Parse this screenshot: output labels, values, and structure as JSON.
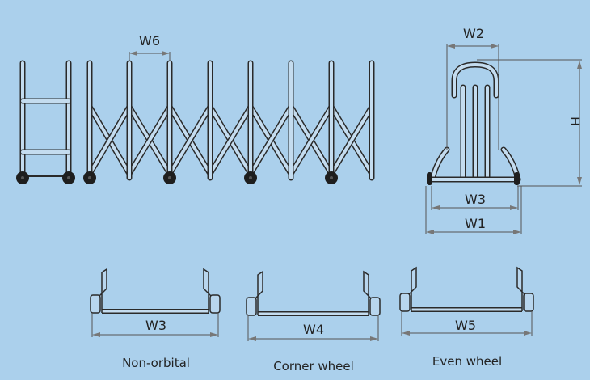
{
  "labels": {
    "w6": "W6",
    "w2": "W2",
    "h": "H",
    "w3_side": "W3",
    "w1": "W1",
    "w3": "W3",
    "w4": "W4",
    "w5": "W5"
  },
  "captions": [
    "Non-orbital",
    "Corner wheel",
    "Even wheel"
  ],
  "colors": {
    "background": "#abd0ec",
    "line": "#2a2a2a"
  }
}
